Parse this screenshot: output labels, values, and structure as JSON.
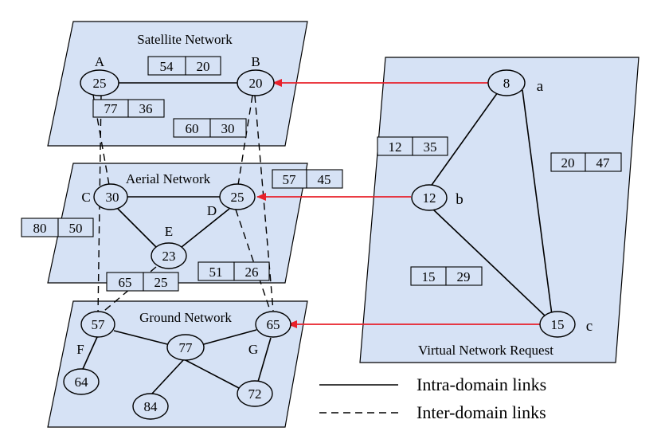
{
  "colors": {
    "plane_fill": "#d6e2f5",
    "node_fill": "#d6e2f5",
    "mapping_arrow": "#e8202a"
  },
  "planes": {
    "satellite": "Satellite Network",
    "aerial": "Aerial Network",
    "ground": "Ground Network",
    "request": "Virtual Network Request"
  },
  "nodes": {
    "A": {
      "label": "A",
      "value": "25"
    },
    "B": {
      "label": "B",
      "value": "20"
    },
    "C": {
      "label": "C",
      "value": "30"
    },
    "D": {
      "label": "D",
      "value": "25"
    },
    "E": {
      "label": "E",
      "value": "23"
    },
    "F": {
      "label": "F",
      "value": "57"
    },
    "G": {
      "label": "G",
      "value": "65"
    },
    "G_center": {
      "value": "77"
    },
    "g_left": {
      "value": "64"
    },
    "g_mid": {
      "value": "84"
    },
    "g_right": {
      "value": "72"
    },
    "a": {
      "label": "a",
      "value": "8"
    },
    "b": {
      "label": "b",
      "value": "12"
    },
    "c": {
      "label": "c",
      "value": "15"
    }
  },
  "boxes": {
    "sat_ab": [
      "54",
      "20"
    ],
    "sat_a_down": [
      "77",
      "36"
    ],
    "sat_b_down": [
      "60",
      "30"
    ],
    "aer_d_up": [
      "57",
      "45"
    ],
    "aer_c_left": [
      "80",
      "50"
    ],
    "aer_e_down": [
      "65",
      "25"
    ],
    "aer_d_down": [
      "51",
      "26"
    ],
    "req_ab": [
      "12",
      "35"
    ],
    "req_ac": [
      "20",
      "47"
    ],
    "req_bc": [
      "15",
      "29"
    ]
  },
  "legend": {
    "intra": "Intra-domain links",
    "inter": "Inter-domain links"
  }
}
